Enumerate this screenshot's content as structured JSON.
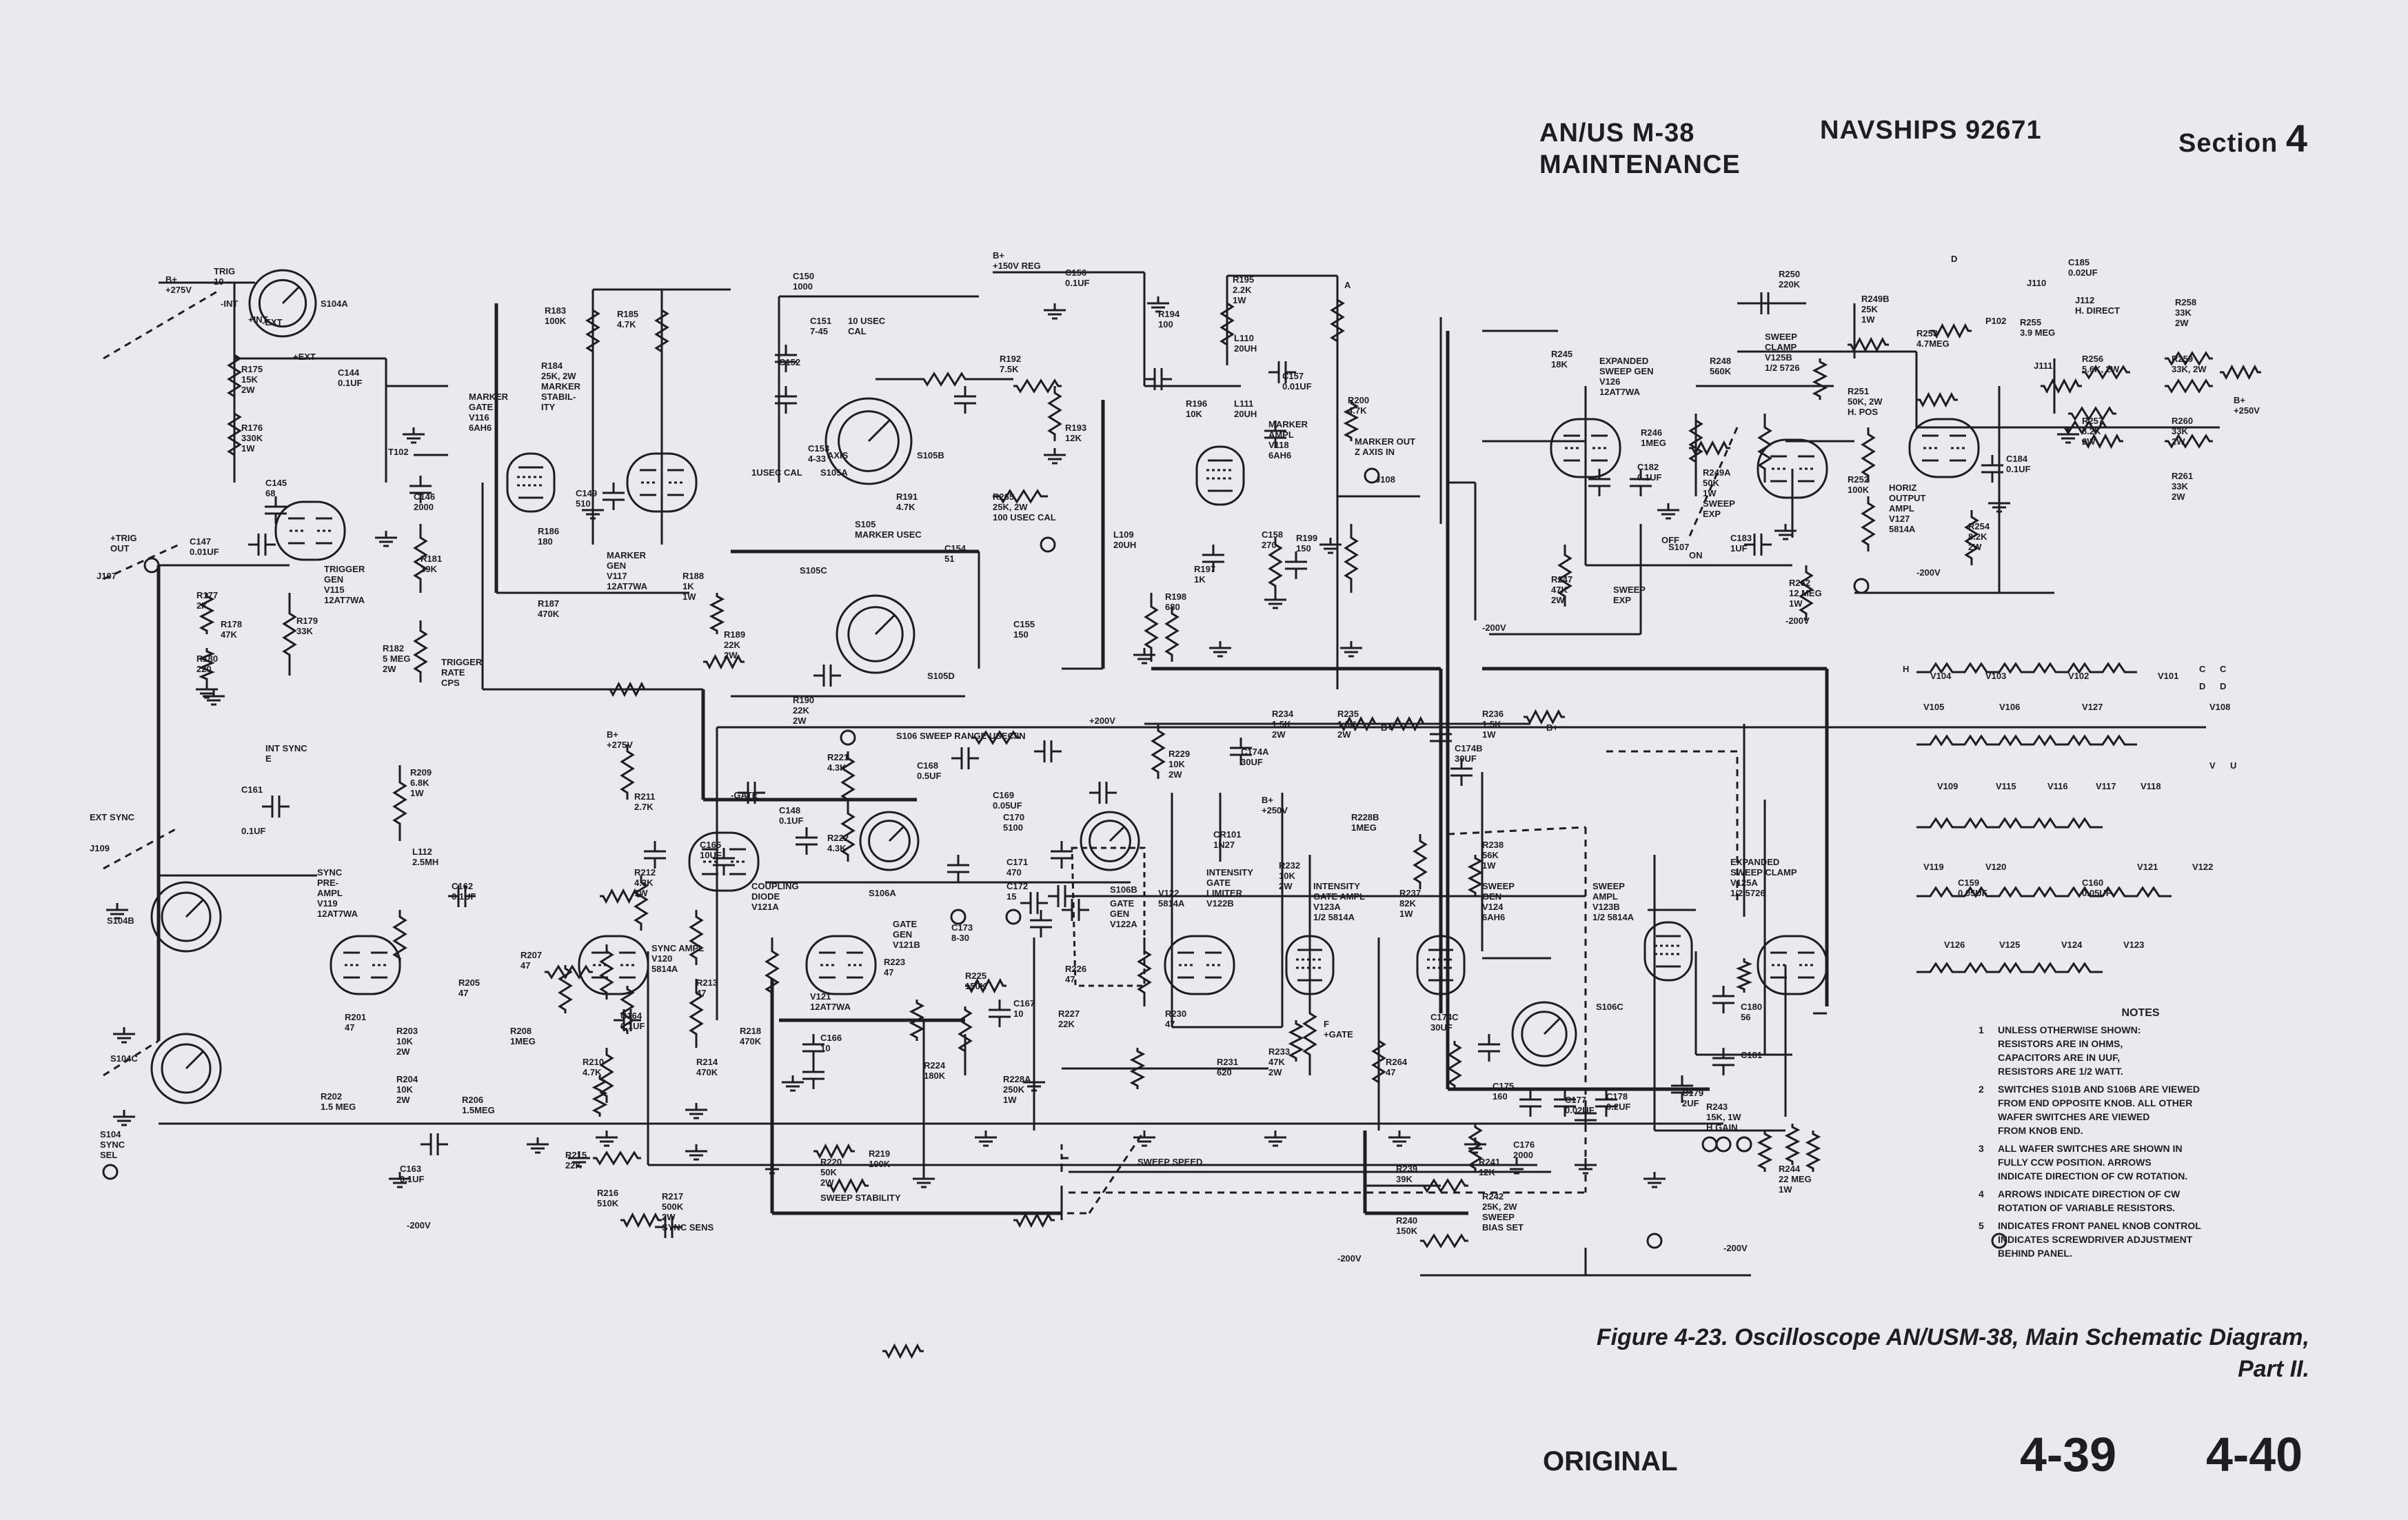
{
  "header": {
    "equipment": "AN/US M-38",
    "maintenance": "MAINTENANCE",
    "doc_number": "NAVSHIPS 92671",
    "section_label": "Section",
    "section_number": "4"
  },
  "caption": {
    "line1": "Figure 4-23.  Oscilloscope AN/USM-38, Main Schematic Diagram,",
    "line2": "Part II."
  },
  "footer": {
    "original": "ORIGINAL",
    "page_left": "4-39",
    "page_right": "4-40"
  },
  "notes": {
    "title": "NOTES",
    "items": [
      {
        "num": "1",
        "lines": [
          "UNLESS OTHERWISE SHOWN:",
          "RESISTORS ARE IN OHMS,",
          "CAPACITORS ARE IN UUF,",
          "RESISTORS ARE 1/2 WATT."
        ]
      },
      {
        "num": "2",
        "lines": [
          "SWITCHES S101B AND S106B ARE VIEWED",
          "FROM END OPPOSITE KNOB. ALL OTHER",
          "WAFER SWITCHES ARE VIEWED",
          "FROM KNOB END."
        ]
      },
      {
        "num": "3",
        "lines": [
          "ALL WAFER SWITCHES ARE SHOWN IN",
          "FULLY CCW POSITION. ARROWS",
          "INDICATE DIRECTION OF CW ROTATION."
        ]
      },
      {
        "num": "4",
        "lines": [
          "ARROWS INDICATE DIRECTION OF CW",
          "ROTATION OF VARIABLE RESISTORS."
        ]
      },
      {
        "num": "5",
        "lines": [
          "INDICATES FRONT PANEL KNOB CONTROL",
          "INDICATES SCREWDRIVER ADJUSTMENT",
          "BEHIND PANEL."
        ]
      }
    ]
  },
  "labels": {
    "l0": "B+\n+275V",
    "l1": "TRIG\n10",
    "l2": "S104A",
    "l3": "-INT",
    "l4": "+INT",
    "l5": "-EXT",
    "l6": "+EXT",
    "l7": "R175\n15K\n2W",
    "l8": "R176\n330K\n1W",
    "l9": "C144\n0.1UF",
    "l10": "T102",
    "l11": "C145\n68",
    "l12": "C146\n2000",
    "l13": "C147\n0.01UF",
    "l14": "+TRIG\nOUT",
    "l15": "J107",
    "l16": "TRIGGER\nGEN\nV115\n12AT7WA",
    "l17": "R181\n39K",
    "l18": "R177\n2K",
    "l19": "R178\n47K",
    "l20": "R179\n33K",
    "l21": "R180\n220",
    "l22": "R182\n5 MEG\n2W",
    "l23": "TRIGGER\nRATE\nCPS",
    "l24": "R183\n100K",
    "l25": "R185\n4.7K",
    "l26": "R184\n25K, 2W\nMARKER\nSTABIL-\nITY",
    "l27": "MARKER\nGATE\nV116\n6AH6",
    "l28": "C149\n510",
    "l29": "R186\n180",
    "l30": "R187\n470K",
    "l31": "MARKER\nGEN\nV117\n12AT7WA",
    "l32": "R188\n1K\n1W",
    "l33": "C150\n1000",
    "l34": "C151\n7-45",
    "l35": "10 USEC\nCAL",
    "l36": "C152",
    "l37": "C153\n4-33",
    "l38": "1USEC CAL",
    "l39": "S105A",
    "l40": "AXIS",
    "l41": "S105B",
    "l42": "R191\n4.7K",
    "l43": "R192\n7.5K",
    "l44": "R193\n12K",
    "l45": "R265\n25K, 2W\n100 USEC CAL",
    "l46": "S105\nMARKER USEC",
    "l47": "S105C",
    "l48": "C154\n51",
    "l49": "C155\n150",
    "l50": "S105D",
    "l51": "R189\n22K\n2W",
    "l52": "R190\n22K\n2W",
    "l53": "B+\n+150V REG",
    "l54": "C156\n0.1UF",
    "l55": "R194\n100",
    "l56": "R195\n2.2K\n1W",
    "l57": "L110\n20UH",
    "l58": "L111\n20UH",
    "l59": "C157\n0.01UF",
    "l60": "R196\n10K",
    "l61": "MARKER\nAMPL\nV118\n6AH6",
    "l62": "R200\n4.7K",
    "l63": "A",
    "l64": "MARKER OUT\nZ AXIS IN",
    "l65": "J108",
    "l66": "L109\n20UH",
    "l67": "C158\n270",
    "l68": "R197\n1K",
    "l69": "R198\n680",
    "l70": "R199\n150",
    "l71": "R250\n220K",
    "l72": "R249B\n25K\n1W",
    "l73": "D",
    "l74": "C185\n0.02UF",
    "l75": "J110",
    "l76": "J112\nH. DIRECT",
    "l77": "R258\n33K\n2W",
    "l78": "R245\n18K",
    "l79": "EXPANDED\nSWEEP GEN\nV126\n12AT7WA",
    "l80": "R248\n560K",
    "l81": "SWEEP\nCLAMP\nV125B\n1/2 5726",
    "l82": "R253\n4.7MEG",
    "l83": "P102",
    "l84": "R255\n3.9 MEG",
    "l85": "J111",
    "l86": "R256\n5.6K, 2W",
    "l87": "R259\n33K, 2W",
    "l88": "R257\n8.2K\n2W",
    "l89": "R260\n33K\n2W",
    "l90": "R261\n33K\n2W",
    "l91": "B+\n+250V",
    "l92": "R251\n50K, 2W\nH. POS",
    "l93": "R246\n1MEG",
    "l94": "C182\n0.1UF",
    "l95": "R249A\n50K\n1W\nSWEEP\nEXP",
    "l96": "R252\n100K",
    "l97": "C184\n0.1UF",
    "l98": "HORIZ\nOUTPUT\nAMPL\nV127\n5814A",
    "l99": "R254\n8.2K\n2W",
    "l100": "S107",
    "l101": "OFF",
    "l102": "ON",
    "l103": "C183\n1UF",
    "l104": "R247\n47K\n2W",
    "l105": "SWEEP\nEXP",
    "l106": "R262\n12 MEG\n1W",
    "l107": "-200V",
    "l108": "-200V",
    "l109": "-200V",
    "l110": "V104",
    "l111": "V103",
    "l112": "V102",
    "l113": "V101",
    "l114": "C",
    "l115": "D",
    "l116": "V105",
    "l117": "V106",
    "l118": "V127",
    "l119": "V108",
    "l120": "V109",
    "l121": "V115",
    "l122": "V116",
    "l123": "V117",
    "l124": "V118",
    "l125": "V119",
    "l126": "V120",
    "l127": "C159\n0.05UF",
    "l128": "C160\n0.05UF",
    "l129": "V121",
    "l130": "V122",
    "l131": "V126",
    "l132": "V125",
    "l133": "V124",
    "l134": "V123",
    "l135": "INT SYNC\nE",
    "l136": "C161",
    "l137": "EXT SYNC",
    "l138": "J109",
    "l139": "0.1UF",
    "l140": "S104B",
    "l141": "S104C",
    "l142": "S104\nSYNC\nSEL",
    "l143": "SYNC\nPRE-\nAMPL\nV119\n12AT7WA",
    "l144": "R209\n6.8K\n1W",
    "l145": "L112\n2.5MH",
    "l146": "C162\n0.1UF",
    "l147": "B+\n+275V",
    "l148": "R211\n2.7K",
    "l149": "C165\n10UF",
    "l150": "R212\n4.3K\n1W",
    "l151": "SYNC AMPL\nV120\n5814A",
    "l152": "R207\n47",
    "l153": "R205\n47",
    "l154": "R201\n47",
    "l155": "R203\n10K\n2W",
    "l156": "R204\n10K\n2W",
    "l157": "R206\n1.5MEG",
    "l158": "R208\n1MEG",
    "l159": "C164\n0.1UF",
    "l160": "R213\n47",
    "l161": "R214\n470K",
    "l162": "R210\n4.7K",
    "l163": "R202\n1.5 MEG",
    "l164": "C163\n0.1UF",
    "l165": "R215\n22K",
    "l166": "R216\n510K",
    "l167": "R217\n500K\n2W\nSYNC SENS",
    "l168": "-200V",
    "l169": "-GATE",
    "l170": "C148\n0.1UF",
    "l171": "COUPLING\nDIODE\nV121A",
    "l172": "R221\n4.3K",
    "l173": "R222\n4.3K",
    "l174": "S106A",
    "l175": "S106 SWEEP RANGE USEC/IN",
    "l176": "C168\n0.5UF",
    "l177": "C169\n0.05UF",
    "l178": "C170\n5100",
    "l179": "C171\n470",
    "l180": "C172\n15",
    "l181": "C173\n8-30",
    "l182": "S106B",
    "l183": "V121\n12AT7WA",
    "l184": "GATE\nGEN\nV121B",
    "l185": "R218\n470K",
    "l186": "C166\n10",
    "l187": "R223\n47",
    "l188": "R224\n180K",
    "l189": "R225\n150K",
    "l190": "C167\n10",
    "l191": "R219\n100K",
    "l192": "R220\n50K\n2W",
    "l193": "SWEEP STABILITY",
    "l194": "+200V",
    "l195": "R229\n10K\n2W",
    "l196": "C174A\n30UF",
    "l197": "R234\n1.5K\n2W",
    "l198": "R235\n1.5K\n2W",
    "l199": "B+",
    "l200": "R236\n1.5K\n1W",
    "l201": "B+",
    "l202": "C174B\n30UF",
    "l203": "CR101\n1N27",
    "l204": "B+\n+250V",
    "l205": "GATE\nGEN\nV122A",
    "l206": "V122\n5814A",
    "l207": "INTENSITY\nGATE\nLIMITER\nV122B",
    "l208": "R232\n10K\n2W",
    "l209": "INTENSITY\nGATE AMPL\nV123A\n1/2 5814A",
    "l210": "R226\n47",
    "l211": "R227\n22K",
    "l212": "R228A\n250K\n1W",
    "l213": "R230\n47",
    "l214": "R231\n620",
    "l215": "R233\n47K\n2W",
    "l216": "F\n+GATE",
    "l217": "R228B\n1MEG",
    "l218": "R237\n82K\n1W",
    "l219": "R238\n56K\n1W",
    "l220": "SWEEP\nGEN\nV124\n6AH6",
    "l221": "SWEEP\nAMPL\nV123B\n1/2 5814A",
    "l222": "EXPANDED\nSWEEP CLAMP\nV125A\n1/2 5726",
    "l223": "C174C\n30UF",
    "l224": "S106C",
    "l225": "R264\n47",
    "l226": "C175\n160",
    "l227": "C176\n2000",
    "l228": "C177\n0.02UF",
    "l229": "C178\n0.2UF",
    "l230": "C179\n2UF",
    "l231": "C180\n56",
    "l232": "C181",
    "l233": "R243\n15K, 1W\nH GAIN",
    "l234": "R241\n12K",
    "l235": "R242\n25K, 2W\nSWEEP\nBIAS SET",
    "l236": "R239\n39K",
    "l237": "R240\n150K",
    "l238": "R244\n22 MEG\n1W",
    "l239": "-200V",
    "l240": "-200V",
    "l241": "SWEEP SPEED",
    "l242": "C",
    "l243": "D",
    "l244": "H",
    "l245": "V",
    "l246": "U"
  }
}
